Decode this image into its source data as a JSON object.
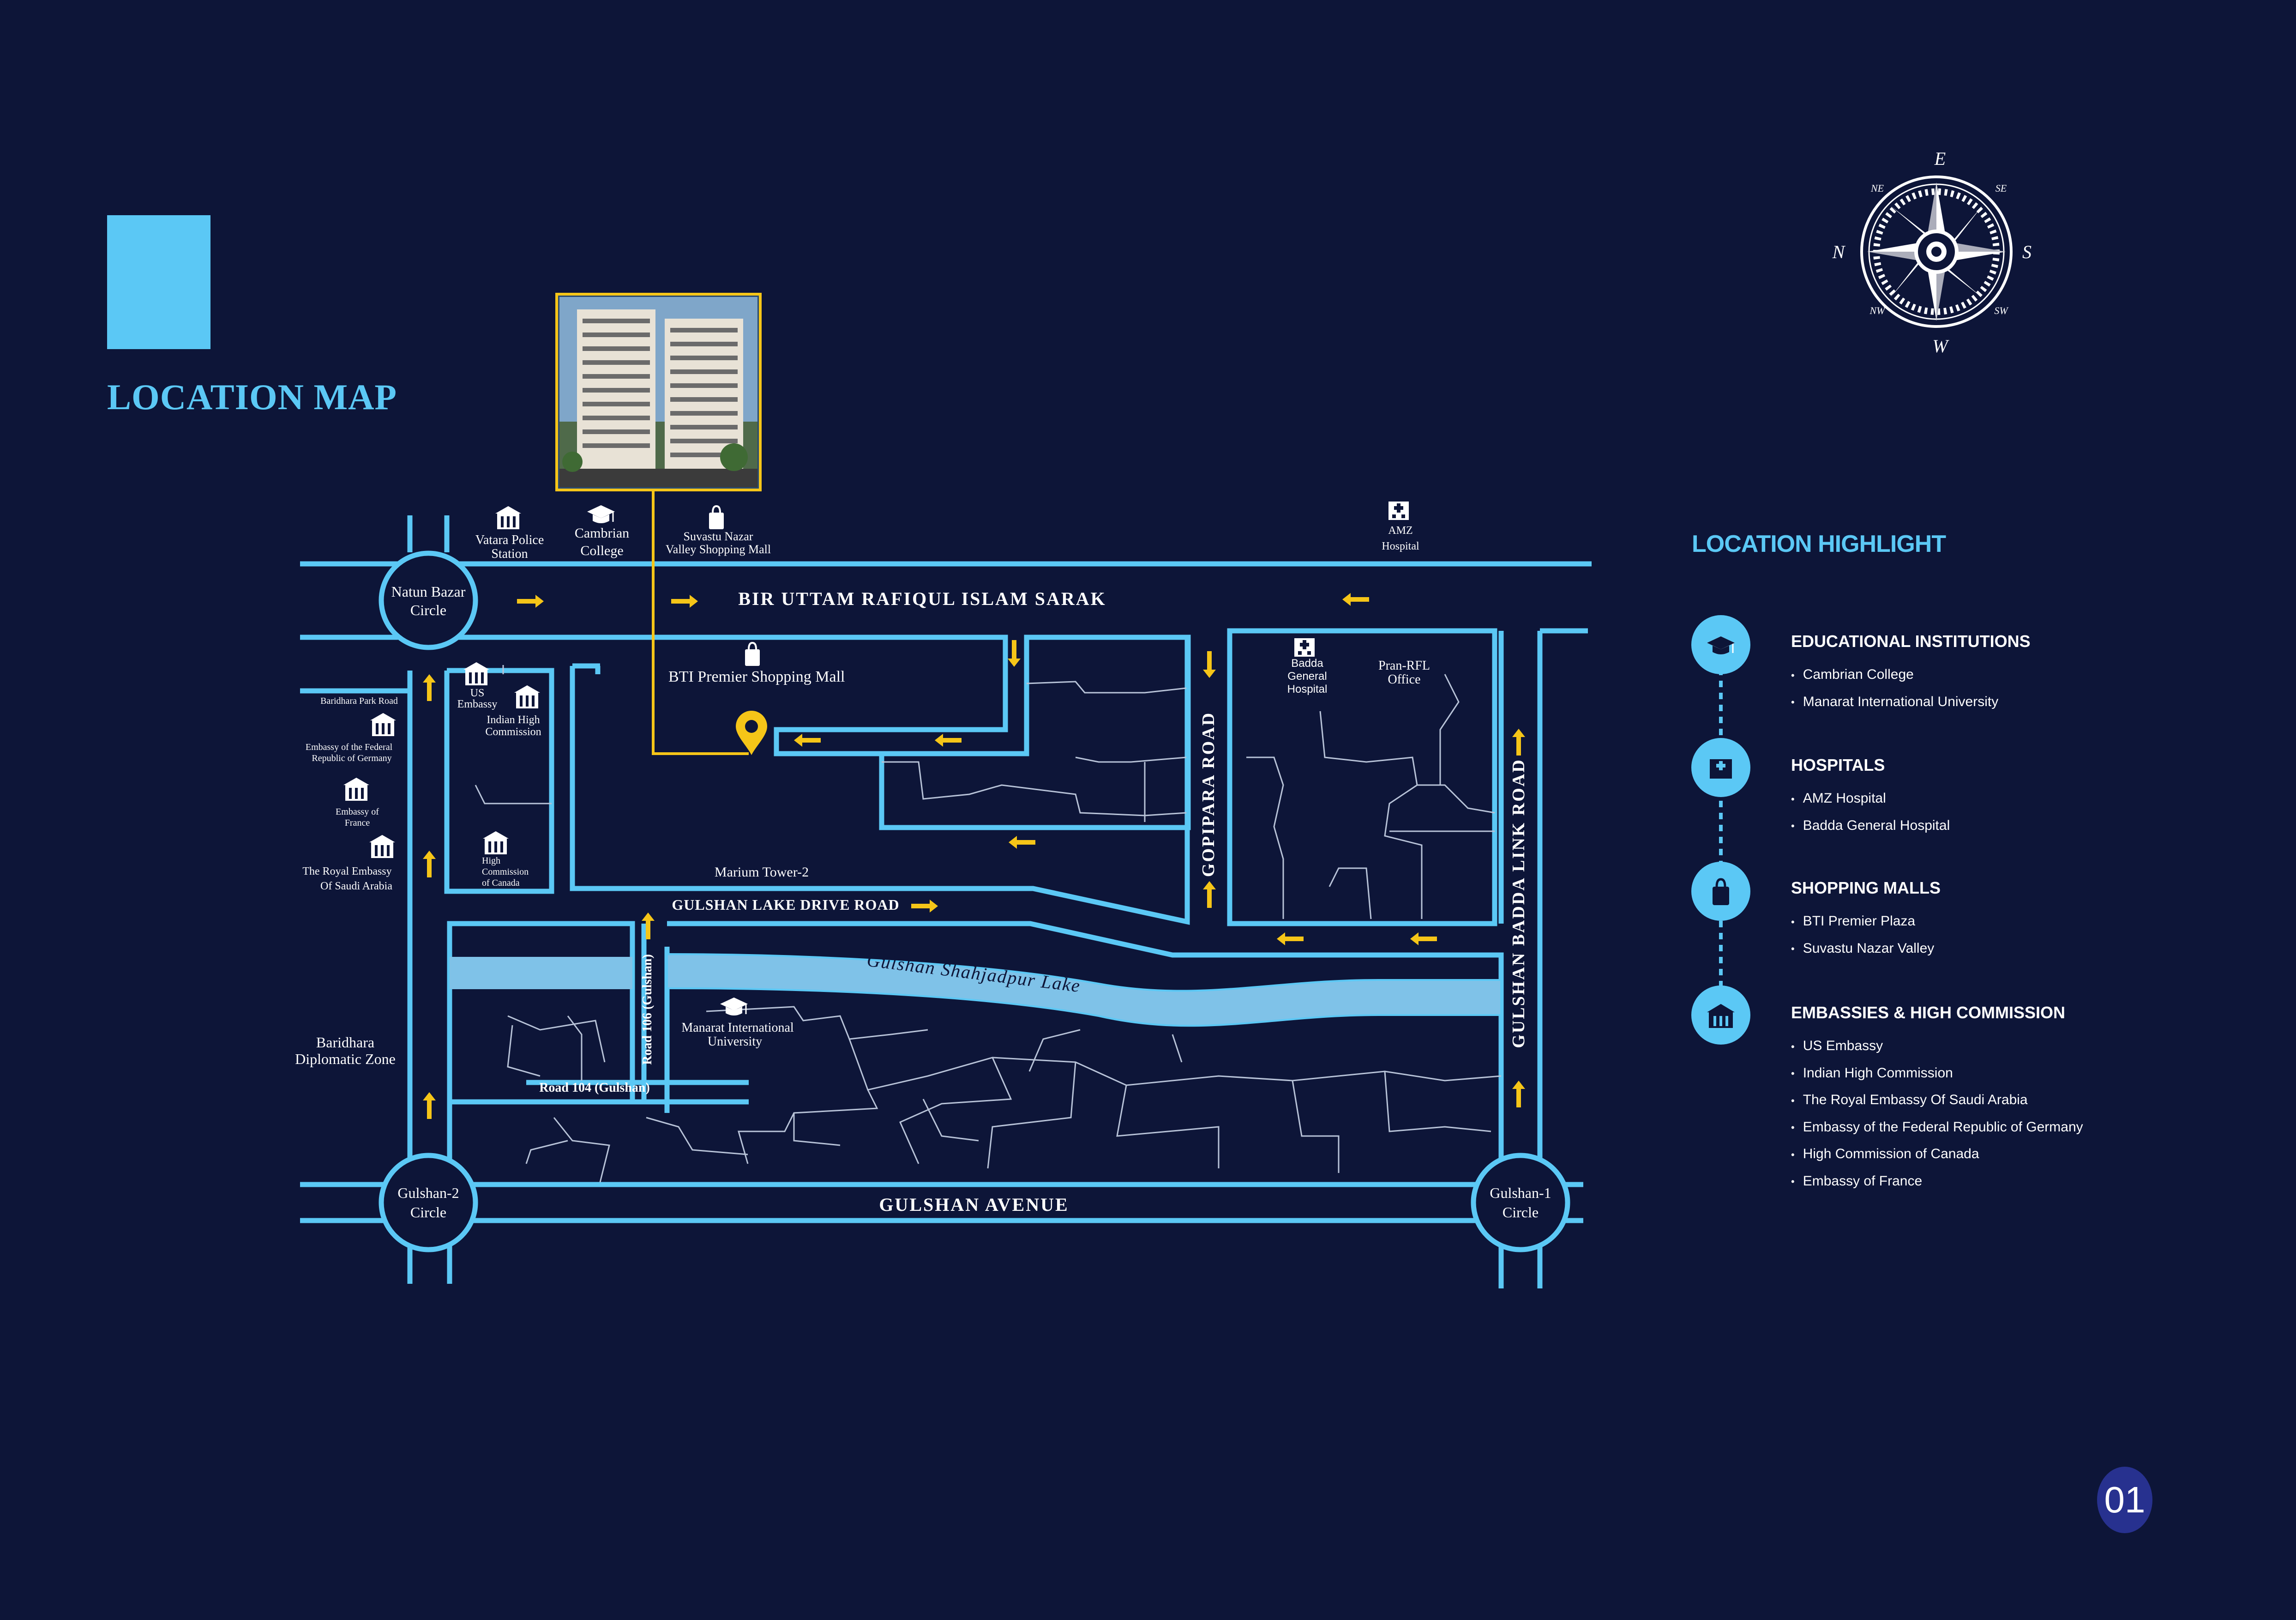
{
  "page": {
    "title": "LOCATION MAP",
    "page_number": "01"
  },
  "compass": {
    "north": "N",
    "south": "S",
    "east": "E",
    "west": "W",
    "ne": "NE",
    "se": "SE",
    "nw": "NW",
    "sw": "SW"
  },
  "map": {
    "roads": {
      "bir_uttam": "BIR  UTTAM  RAFIQUL  ISLAM  SARAK",
      "gulshan_lake_drive": "GULSHAN LAKE DRIVE ROAD",
      "gopipara": "GOPIPARA  ROAD",
      "gulshan_badda_link": "GULSHAN  BADDA  LINK  ROAD",
      "gulshan_avenue": "GULSHAN   AVENUE",
      "road_106": "Road 106 (Gulshan)",
      "road_104": "Road 104 (Gulshan)",
      "baridhara_park": "Baridhara Park Road"
    },
    "lake": "Gulshan  Shahjadpur  Lake",
    "circles": {
      "natun_bazar": [
        "Natun Bazar",
        "Circle"
      ],
      "gulshan_2": [
        "Gulshan-2",
        "Circle"
      ],
      "gulshan_1": [
        "Gulshan-1",
        "Circle"
      ]
    },
    "places": {
      "vatara": [
        "Vatara Police",
        "Station"
      ],
      "cambrian": [
        "Cambrian",
        "College"
      ],
      "suvastu": [
        "Suvastu Nazar",
        "Valley Shopping Mall"
      ],
      "amz": [
        "AMZ",
        "Hospital"
      ],
      "bti": "BTI Premier Shopping Mall",
      "marium": "Marium Tower-2",
      "badda": [
        "Badda",
        "General",
        "Hospital"
      ],
      "pran": [
        "Pran-RFL",
        "Office"
      ],
      "us_embassy": [
        "US",
        "Embassy"
      ],
      "indian": [
        "Indian High",
        "Commission"
      ],
      "canada": [
        "High",
        "Commission",
        "of Canada"
      ],
      "germany": [
        "Embassy of the Federal",
        "Republic of Germany"
      ],
      "france": [
        "Embassy of",
        "France"
      ],
      "saudi": [
        "The Royal Embassy",
        "Of Saudi Arabia"
      ],
      "baridhara_zone": [
        "Baridhara",
        "Diplomatic Zone"
      ],
      "manarat": [
        "Manarat International",
        "University"
      ]
    }
  },
  "highlights": {
    "title": "LOCATION HIGHLIGHT",
    "groups": [
      {
        "icon": "graduation-cap-icon",
        "heading": "EDUCATIONAL INSTITUTIONS",
        "items": [
          "Cambrian College",
          "Manarat International University"
        ]
      },
      {
        "icon": "hospital-icon",
        "heading": "HOSPITALS",
        "items": [
          "AMZ Hospital",
          "Badda General Hospital"
        ]
      },
      {
        "icon": "shopping-bag-icon",
        "heading": "SHOPPING MALLS",
        "items": [
          "BTI Premier Plaza",
          "Suvastu Nazar Valley"
        ]
      },
      {
        "icon": "embassy-building-icon",
        "heading": "EMBASSIES & HIGH COMMISSION",
        "items": [
          "US Embassy",
          "Indian High Commission",
          "The Royal Embassy Of Saudi Arabia",
          "Embassy of the Federal Republic of Germany",
          "High Commission of Canada",
          "Embassy of France"
        ]
      }
    ]
  },
  "colors": {
    "background": "#0d1538",
    "road": "#5bc8f5",
    "lake": "#7fc2e8",
    "arrow": "#f5c518",
    "accent": "#5bc8f5",
    "pin": "#f5c518"
  }
}
